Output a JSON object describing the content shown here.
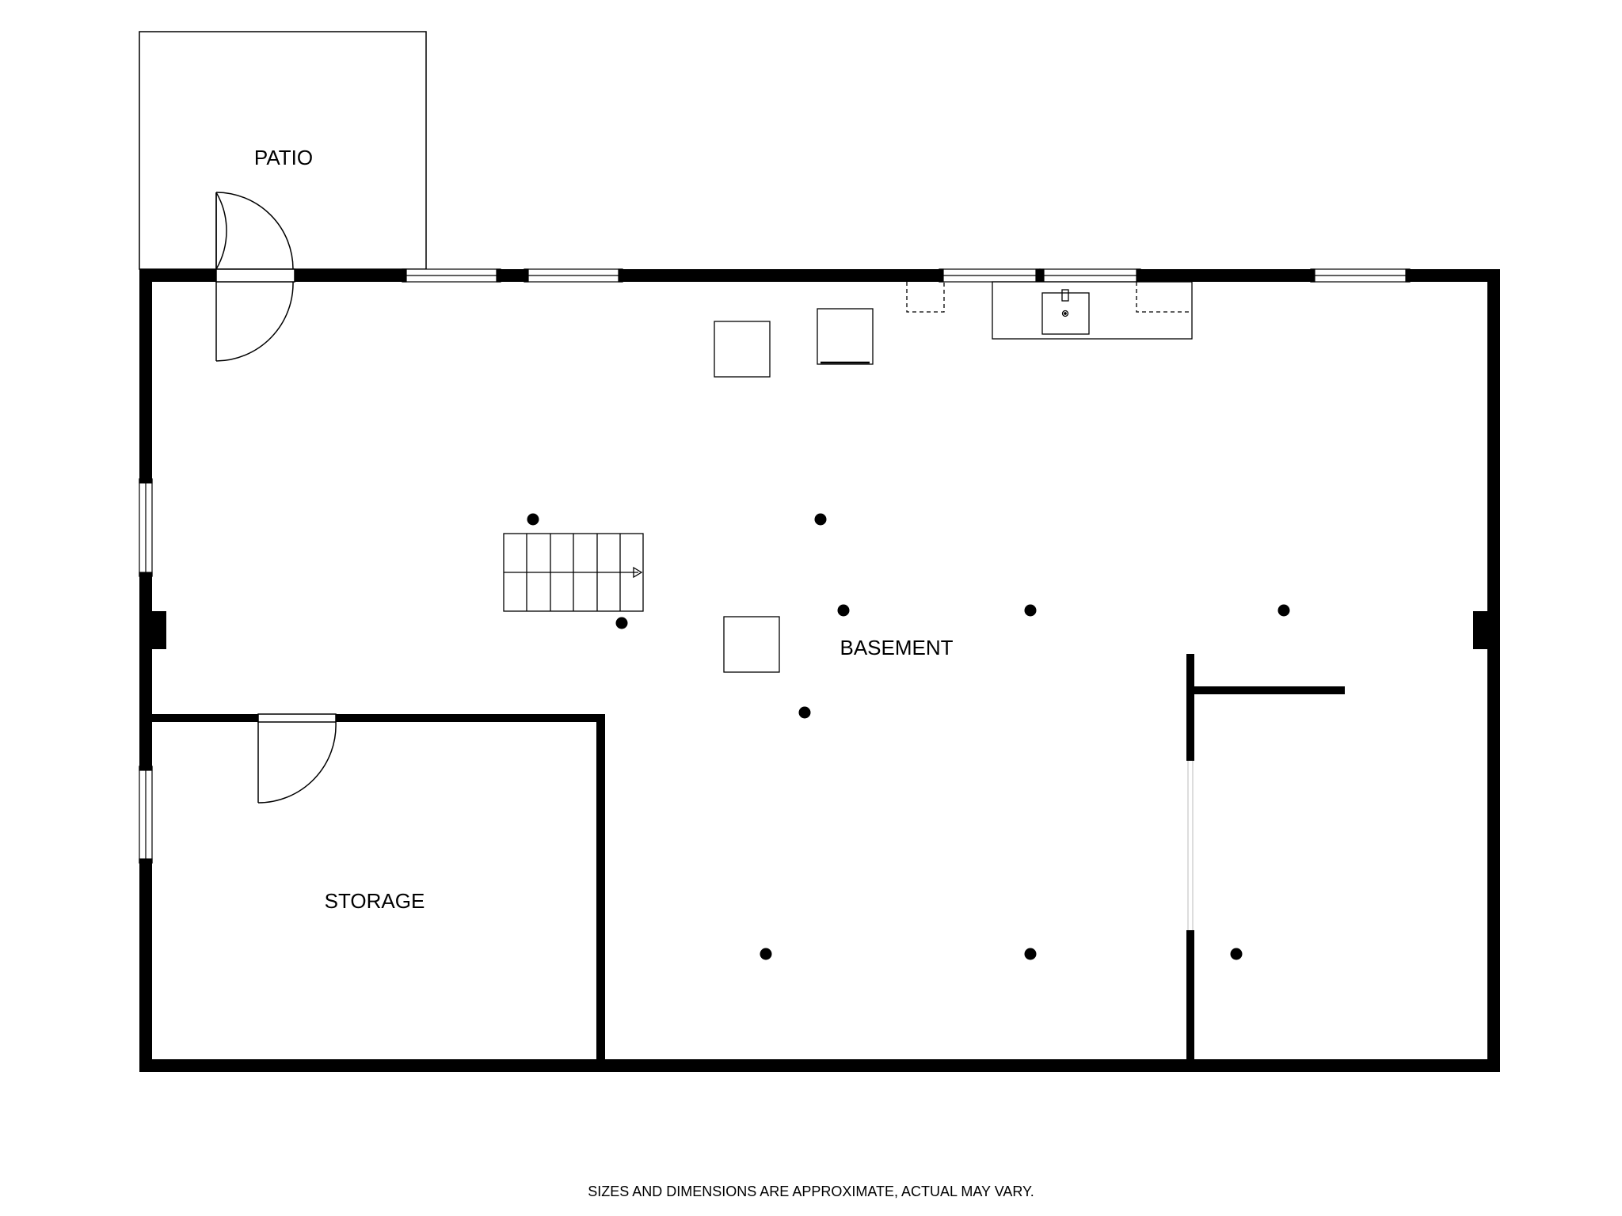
{
  "rooms": {
    "patio": "PATIO",
    "basement": "BASEMENT",
    "storage": "STORAGE"
  },
  "footer": {
    "disclaimer": "SIZES AND DIMENSIONS ARE APPROXIMATE, ACTUAL MAY VARY."
  },
  "colors": {
    "wall": "#000000",
    "background": "#ffffff",
    "fixture_stroke": "#000000"
  },
  "icons": {
    "column": "filled-circle",
    "sink": "sink-icon",
    "stairs": "stairs-icon",
    "door": "door-swing-icon",
    "window": "window-icon"
  }
}
